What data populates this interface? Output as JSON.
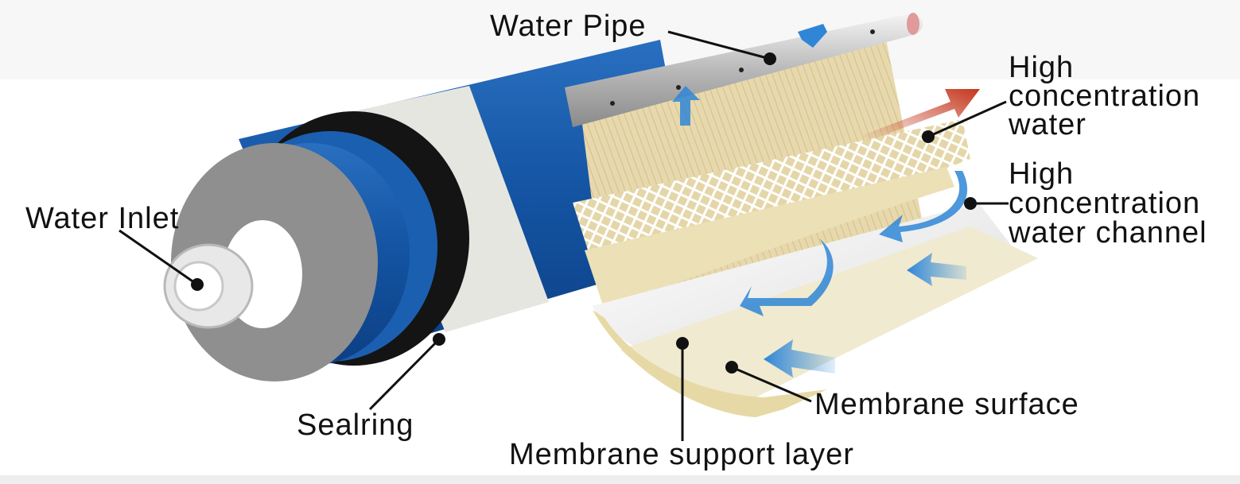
{
  "labels": {
    "water_pipe": "Water Pipe",
    "water_inlet": "Water Inlet",
    "sealring": "Sealring",
    "high_conc_water": [
      "High",
      "concentration",
      "water"
    ],
    "high_conc_channel": [
      "High",
      "concentration",
      "water channel"
    ],
    "membrane_surface": "Membrane surface",
    "membrane_support": "Membrane support layer"
  },
  "colors": {
    "housing_blue": "#1455a4",
    "end_cap_gray": "#8f8f8f",
    "seal_black": "#141414",
    "band_white": "#e6e6e0",
    "membrane_tan": "#e8dcb4",
    "flow_arrow_blue": "#3a8fd9",
    "concentrate_arrow_red": "#c4361c"
  },
  "icons": {
    "flow_arrow": "blue-flow-arrow-icon",
    "concentrate_arrow": "red-outflow-arrow-icon"
  }
}
